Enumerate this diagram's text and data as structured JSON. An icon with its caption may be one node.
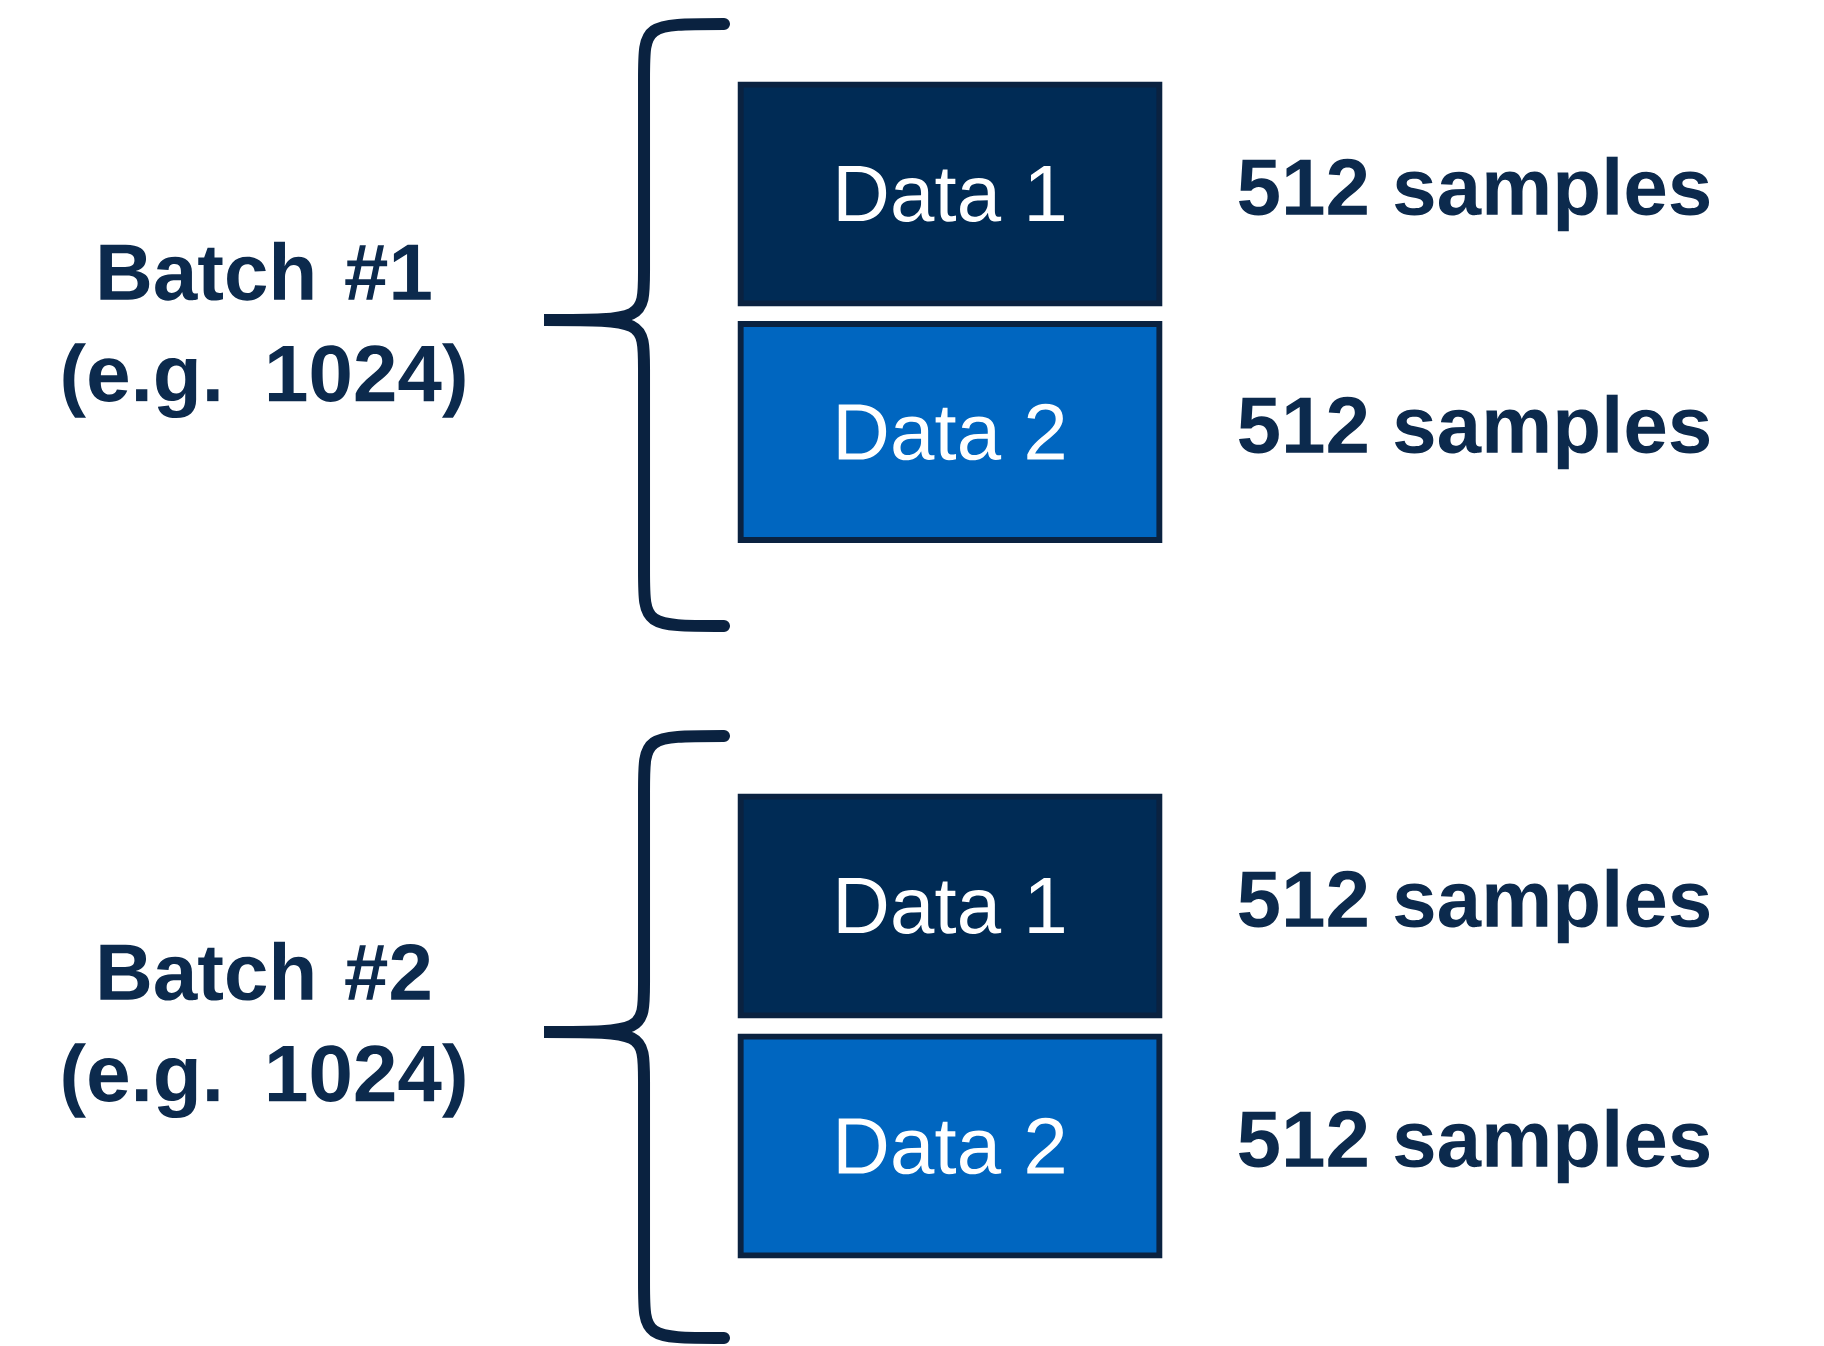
{
  "diagram": {
    "nodes": [
      {
        "text": [
          "Data 1"
        ],
        "beside": [
          "512 samples"
        ]
      },
      {
        "text": [
          "Data 2"
        ],
        "beside": [
          "512 samples"
        ]
      },
      {
        "text": [
          "Data 1"
        ],
        "beside": [
          "512 samples"
        ]
      },
      {
        "text": [
          "Data 2"
        ],
        "beside": [
          "512 samples"
        ]
      }
    ],
    "labels": [
      "Batch #1 (e.g. 1024)",
      "Batch #2 (e.g. 1024)"
    ]
  }
}
